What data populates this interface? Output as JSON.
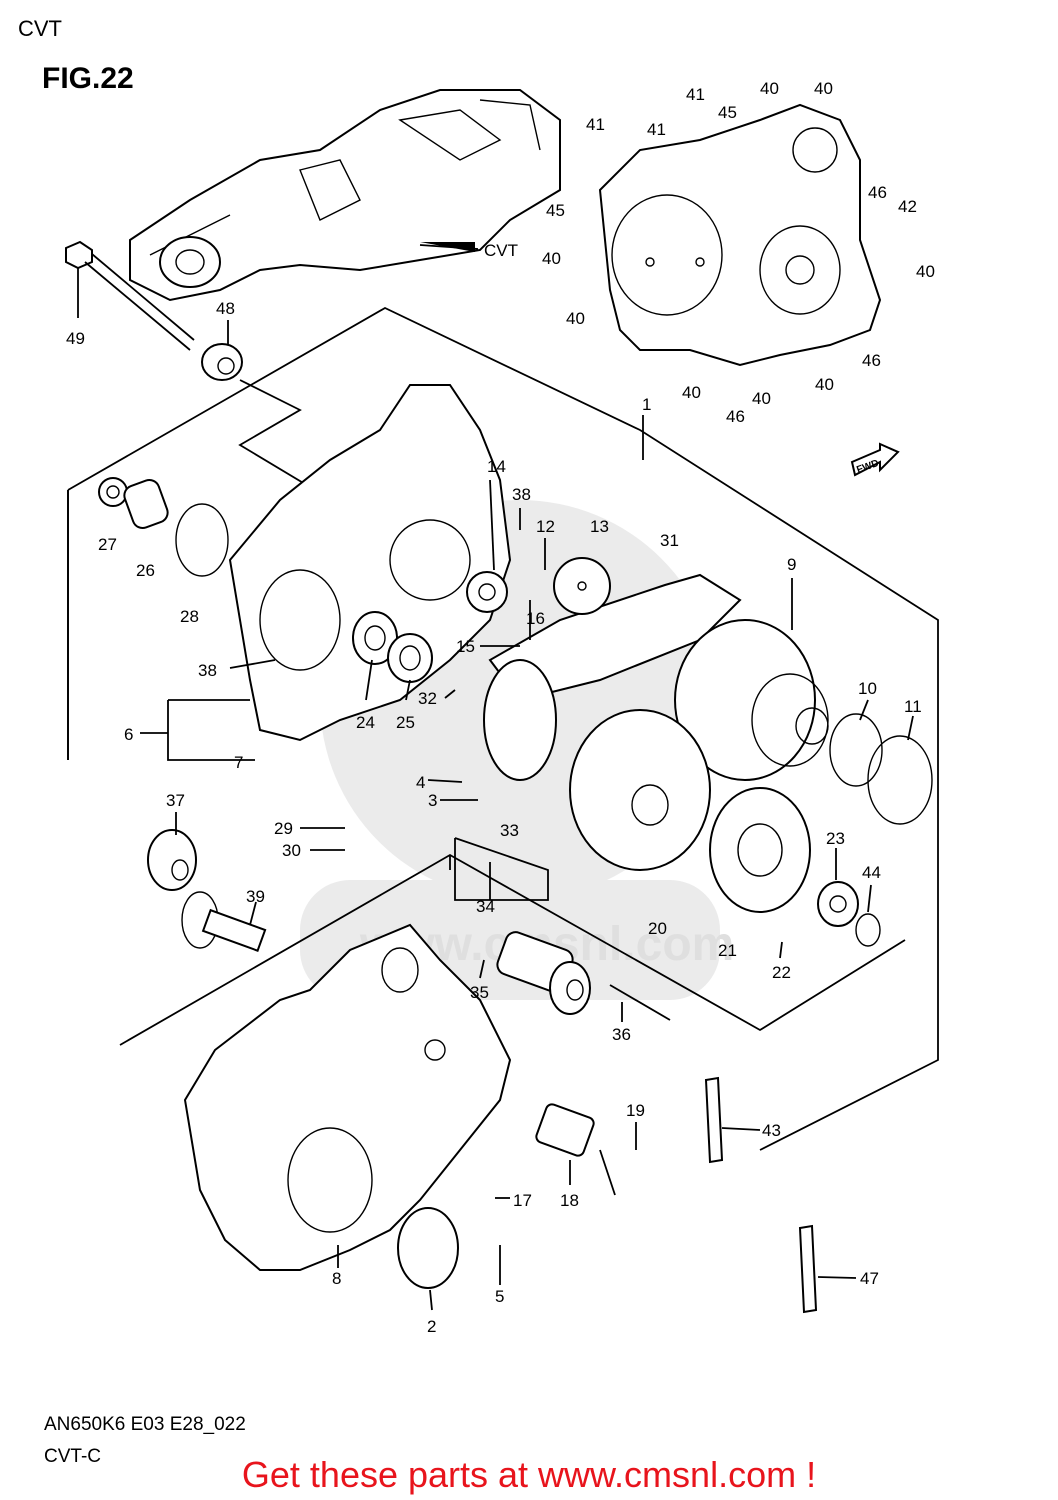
{
  "header": {
    "category": "CVT",
    "figure": "FIG.22"
  },
  "footer": {
    "model_code": "AN650K6 E03 E28_022",
    "section": "CVT-C",
    "promo": "Get these parts at www.cmsnl.com !"
  },
  "diagram": {
    "callout_cvt": "CVT",
    "fwd_mark": "FWD",
    "watermark": "www.cmsnl.com",
    "labels": {
      "p1": "1",
      "p2": "2",
      "p3": "3",
      "p4": "4",
      "p5": "5",
      "p6": "6",
      "p7": "7",
      "p8": "8",
      "p9": "9",
      "p10": "10",
      "p11": "11",
      "p12": "12",
      "p13": "13",
      "p14": "14",
      "p15": "15",
      "p16": "16",
      "p17": "17",
      "p18": "18",
      "p19": "19",
      "p20": "20",
      "p21": "21",
      "p22": "22",
      "p23": "23",
      "p24": "24",
      "p25": "25",
      "p26": "26",
      "p27": "27",
      "p28": "28",
      "p29": "29",
      "p30": "30",
      "p31": "31",
      "p32": "32",
      "p33": "33",
      "p34": "34",
      "p35": "35",
      "p36": "36",
      "p37": "37",
      "p38a": "38",
      "p38b": "38",
      "p39": "39",
      "p40a": "40",
      "p40b": "40",
      "p40c": "40",
      "p40d": "40",
      "p40e": "40",
      "p40f": "40",
      "p40g": "40",
      "p40h": "40",
      "p41a": "41",
      "p41b": "41",
      "p41c": "41",
      "p42": "42",
      "p43": "43",
      "p44": "44",
      "p45a": "45",
      "p45b": "45",
      "p46a": "46",
      "p46b": "46",
      "p46c": "46",
      "p47": "47",
      "p48": "48",
      "p49": "49"
    }
  }
}
